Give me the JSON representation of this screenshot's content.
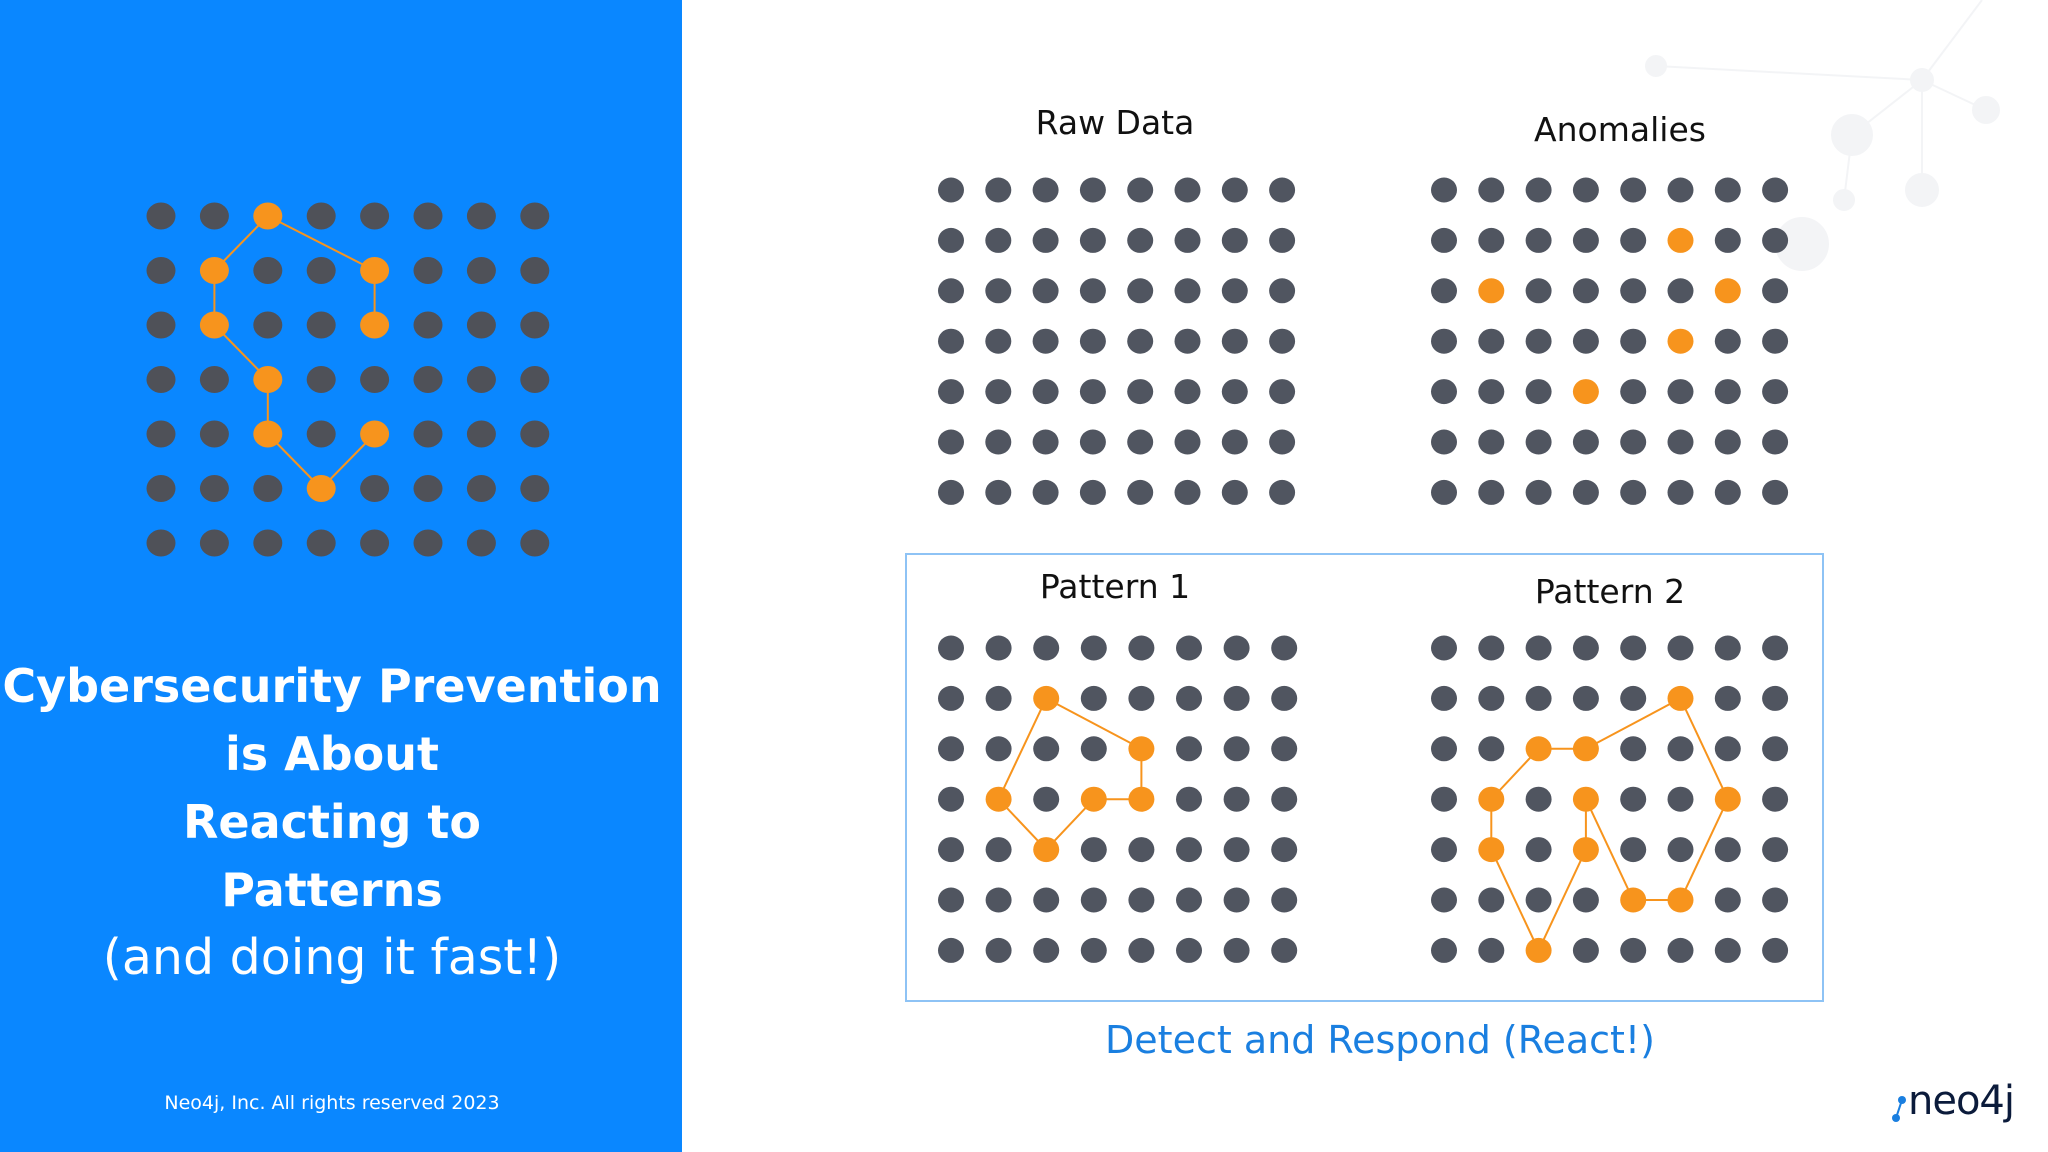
{
  "slide": {
    "headline": {
      "lines": [
        "Cybersecurity Prevention",
        "is About",
        "Reacting to",
        "Patterns"
      ],
      "subline": "(and doing it fast!)"
    },
    "copyright": "Neo4j, Inc. All rights reserved 2023",
    "caption": "Detect and Respond (React!)",
    "logo_text": "neo4j",
    "colors": {
      "panel_blue": "#0A87FF",
      "node_gray": "#505560",
      "node_gray_light": "#4F5158",
      "highlight_orange": "#F7941D",
      "caption_blue": "#1A7FE0",
      "frame_blue": "#8EC3F5"
    }
  },
  "grids": {
    "left": {
      "rows": 7,
      "cols": 8,
      "highlighted": [
        [
          0,
          2
        ],
        [
          1,
          1
        ],
        [
          1,
          4
        ],
        [
          2,
          1
        ],
        [
          2,
          4
        ],
        [
          3,
          2
        ],
        [
          4,
          2
        ],
        [
          4,
          4
        ],
        [
          5,
          3
        ]
      ],
      "edges": [
        [
          [
            0,
            2
          ],
          [
            1,
            1
          ]
        ],
        [
          [
            0,
            2
          ],
          [
            1,
            4
          ]
        ],
        [
          [
            1,
            1
          ],
          [
            2,
            1
          ]
        ],
        [
          [
            1,
            4
          ],
          [
            2,
            4
          ]
        ],
        [
          [
            2,
            1
          ],
          [
            3,
            2
          ]
        ],
        [
          [
            3,
            2
          ],
          [
            4,
            2
          ]
        ],
        [
          [
            4,
            2
          ],
          [
            5,
            3
          ]
        ],
        [
          [
            5,
            3
          ],
          [
            4,
            4
          ]
        ]
      ]
    },
    "raw_data": {
      "title": "Raw Data",
      "rows": 7,
      "cols": 8,
      "highlighted": [],
      "edges": []
    },
    "anomalies": {
      "title": "Anomalies",
      "rows": 7,
      "cols": 8,
      "highlighted": [
        [
          1,
          5
        ],
        [
          2,
          1
        ],
        [
          2,
          6
        ],
        [
          3,
          5
        ],
        [
          4,
          3
        ]
      ],
      "edges": []
    },
    "pattern1": {
      "title": "Pattern 1",
      "rows": 7,
      "cols": 8,
      "highlighted": [
        [
          1,
          2
        ],
        [
          2,
          4
        ],
        [
          3,
          1
        ],
        [
          3,
          3
        ],
        [
          3,
          4
        ],
        [
          4,
          2
        ]
      ],
      "edges": [
        [
          [
            1,
            2
          ],
          [
            2,
            4
          ]
        ],
        [
          [
            2,
            4
          ],
          [
            3,
            4
          ]
        ],
        [
          [
            1,
            2
          ],
          [
            3,
            1
          ]
        ],
        [
          [
            3,
            1
          ],
          [
            4,
            2
          ]
        ],
        [
          [
            4,
            2
          ],
          [
            3,
            3
          ]
        ],
        [
          [
            3,
            3
          ],
          [
            3,
            4
          ]
        ]
      ]
    },
    "pattern2": {
      "title": "Pattern 2",
      "rows": 7,
      "cols": 8,
      "highlighted": [
        [
          1,
          5
        ],
        [
          2,
          2
        ],
        [
          2,
          3
        ],
        [
          3,
          1
        ],
        [
          3,
          3
        ],
        [
          3,
          6
        ],
        [
          4,
          1
        ],
        [
          4,
          3
        ],
        [
          5,
          4
        ],
        [
          5,
          5
        ],
        [
          6,
          2
        ]
      ],
      "edges": [
        [
          [
            2,
            2
          ],
          [
            2,
            3
          ]
        ],
        [
          [
            2,
            3
          ],
          [
            1,
            5
          ]
        ],
        [
          [
            2,
            2
          ],
          [
            3,
            1
          ]
        ],
        [
          [
            3,
            1
          ],
          [
            4,
            1
          ]
        ],
        [
          [
            4,
            1
          ],
          [
            6,
            2
          ]
        ],
        [
          [
            6,
            2
          ],
          [
            4,
            3
          ]
        ],
        [
          [
            4,
            3
          ],
          [
            3,
            3
          ]
        ],
        [
          [
            3,
            3
          ],
          [
            5,
            4
          ]
        ],
        [
          [
            5,
            4
          ],
          [
            5,
            5
          ]
        ],
        [
          [
            5,
            5
          ],
          [
            3,
            6
          ]
        ],
        [
          [
            3,
            6
          ],
          [
            1,
            5
          ]
        ]
      ]
    }
  }
}
